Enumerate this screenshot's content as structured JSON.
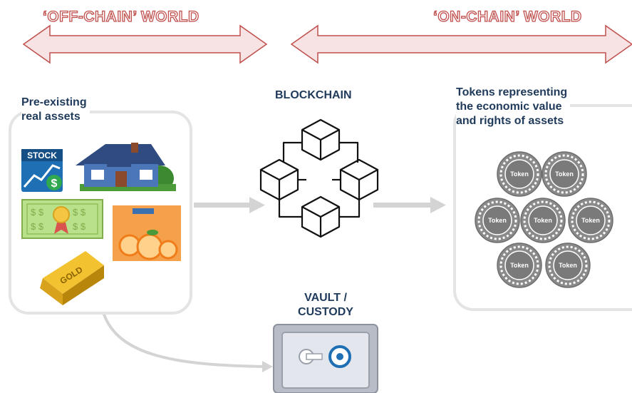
{
  "off_chain": {
    "title": "‘OFF-CHAIN’ WORLD"
  },
  "on_chain": {
    "title": "‘ON-CHAIN’ WORLD"
  },
  "assets": {
    "label_line1": "Pre-existing",
    "label_line2": "real assets",
    "stock_text": "STOCK",
    "gold_text": "GOLD"
  },
  "blockchain": {
    "label": "BLOCKCHAIN"
  },
  "tokens": {
    "label_line1": "Tokens representing",
    "label_line2": "the economic value",
    "label_line3": "and rights of assets",
    "token_text": "Token"
  },
  "vault": {
    "label_line1": "VAULT /",
    "label_line2": "CUSTODY"
  },
  "colors": {
    "world_arrow_fill": "#f7e3e3",
    "world_arrow_stroke": "#c0504d",
    "label_text": "#1f3a5a",
    "panel_border": "#e4e4e4",
    "flow_arrow": "#d4d4d4",
    "token_fill": "#8a8a8a"
  }
}
